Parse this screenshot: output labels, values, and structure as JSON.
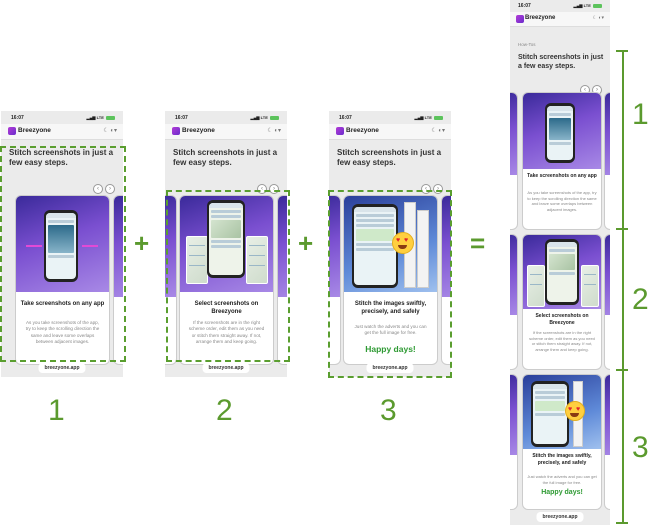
{
  "app": {
    "name": "Breezyone",
    "footer": "breezyone.app",
    "time": "16:07",
    "network": "LTE"
  },
  "page": {
    "howto": "How-Tos",
    "heading": "Stitch screenshots in just a few easy steps."
  },
  "cards": [
    {
      "title": "Take screenshots on any app",
      "text": "As you take screenshots of the app, try to keep the scrolling direction the same and leave some overlaps between adjacent images."
    },
    {
      "title": "Select screenshots on Breezyone",
      "text": "If the screenshots are in the right scheme order, edit them as you need or stitch them straight away. If not, arrange them and keep going."
    },
    {
      "title": "Stitch the images swiftly, precisely, and safely",
      "text": "Just watch the adverts and you can get the full image for free.",
      "extra": "Happy days!"
    }
  ],
  "operators": {
    "plus1": "+",
    "plus2": "+",
    "equals": "="
  },
  "step_labels": [
    "1",
    "2",
    "3"
  ],
  "bracket_labels": [
    "1",
    "2",
    "3"
  ],
  "colors": {
    "accent_green": "#5b9a2e",
    "brand_purple": "#7a3fd0",
    "happy_green": "#2e9a33",
    "pink_arrow": "#e24ad6"
  }
}
